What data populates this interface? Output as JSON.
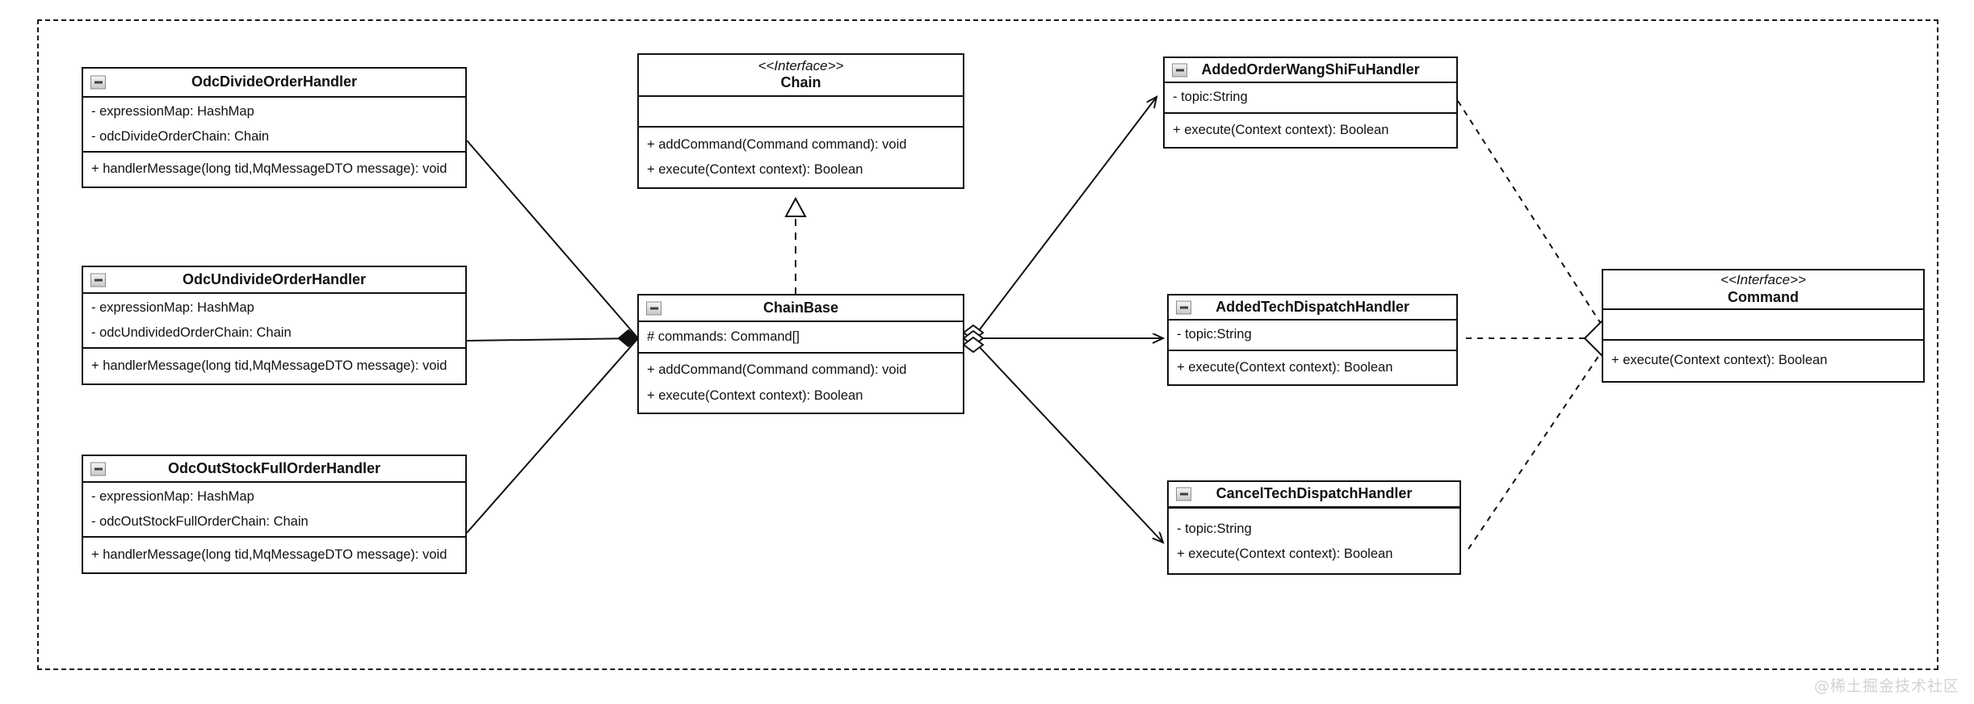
{
  "diagram": {
    "title": "Chain of Responsibility / Command UML class diagram",
    "watermark": "@稀土掘金技术社区",
    "frame_style": "dashed",
    "colors": {
      "stroke": "#111111",
      "background": "#ffffff",
      "watermark": "#d2d2d2",
      "icon_border": "#8a8a8a"
    }
  },
  "classes": [
    {
      "id": "odc-divide-order-handler",
      "name": "OdcDivideOrderHandler",
      "stereotype": "",
      "collapse_icon": "minus-icon",
      "attributes": [
        "- expressionMap: HashMap",
        "- odcDivideOrderChain: Chain"
      ],
      "operations": [
        "+ handlerMessage(long tid,MqMessageDTO  message): void"
      ]
    },
    {
      "id": "odc-undivide-order-handler",
      "name": "OdcUndivideOrderHandler",
      "stereotype": "",
      "collapse_icon": "minus-icon",
      "attributes": [
        "- expressionMap: HashMap",
        "- odcUndividedOrderChain: Chain"
      ],
      "operations": [
        "+ handlerMessage(long tid,MqMessageDTO  message): void"
      ]
    },
    {
      "id": "odc-out-stock-full-order-handler",
      "name": "OdcOutStockFullOrderHandler",
      "stereotype": "",
      "collapse_icon": "minus-icon",
      "attributes": [
        "- expressionMap: HashMap",
        "- odcOutStockFullOrderChain: Chain"
      ],
      "operations": [
        "+ handlerMessage(long tid,MqMessageDTO  message): void"
      ]
    },
    {
      "id": "chain",
      "name": "Chain",
      "stereotype": "<<Interface>>",
      "collapse_icon": "",
      "attributes": [],
      "operations": [
        "+ addCommand(Command command): void",
        "+ execute(Context context): Boolean"
      ]
    },
    {
      "id": "chain-base",
      "name": "ChainBase",
      "stereotype": "",
      "collapse_icon": "minus-icon",
      "attributes": [
        "# commands: Command[]"
      ],
      "operations": [
        "+ addCommand(Command command): void",
        "+ execute(Context context): Boolean"
      ]
    },
    {
      "id": "added-order-wang-shi-fu-handler",
      "name": "AddedOrderWangShiFuHandler",
      "stereotype": "",
      "collapse_icon": "minus-icon",
      "attributes": [
        "- topic:String"
      ],
      "operations": [
        "+ execute(Context context): Boolean"
      ]
    },
    {
      "id": "added-tech-dispatch-handler",
      "name": "AddedTechDispatchHandler",
      "stereotype": "",
      "collapse_icon": "minus-icon",
      "attributes": [
        "- topic:String"
      ],
      "operations": [
        "+ execute(Context context): Boolean"
      ]
    },
    {
      "id": "cancel-tech-dispatch-handler",
      "name": "CancelTechDispatchHandler",
      "stereotype": "",
      "collapse_icon": "minus-icon",
      "merged_body": [
        "- topic:String",
        "+ execute(Context context): Boolean"
      ]
    },
    {
      "id": "command",
      "name": "Command",
      "stereotype": "<<Interface>>",
      "collapse_icon": "",
      "attributes": [],
      "operations": [
        "+ execute(Context context): Boolean"
      ]
    }
  ],
  "relationships": [
    {
      "id": "rel-1",
      "from": "odc-divide-order-handler",
      "to": "chain-base",
      "type": "composition",
      "end_marker": "filled-diamond"
    },
    {
      "id": "rel-2",
      "from": "odc-undivide-order-handler",
      "to": "chain-base",
      "type": "composition",
      "end_marker": "filled-diamond"
    },
    {
      "id": "rel-3",
      "from": "odc-out-stock-full-order-handler",
      "to": "chain-base",
      "type": "composition",
      "end_marker": "filled-diamond"
    },
    {
      "id": "rel-4",
      "from": "chain-base",
      "to": "chain",
      "type": "realization",
      "line": "dashed",
      "end_marker": "hollow-triangle"
    },
    {
      "id": "rel-5",
      "from": "chain-base",
      "to": "added-order-wang-shi-fu-handler",
      "type": "aggregation",
      "start_marker": "hollow-diamond",
      "end_marker": "open-arrow"
    },
    {
      "id": "rel-6",
      "from": "chain-base",
      "to": "added-tech-dispatch-handler",
      "type": "aggregation",
      "start_marker": "hollow-diamond",
      "end_marker": "open-arrow"
    },
    {
      "id": "rel-7",
      "from": "chain-base",
      "to": "cancel-tech-dispatch-handler",
      "type": "aggregation",
      "start_marker": "hollow-diamond",
      "end_marker": "open-arrow"
    },
    {
      "id": "rel-8",
      "from": "added-order-wang-shi-fu-handler",
      "to": "command",
      "type": "realization",
      "line": "dashed",
      "end_marker": "hollow-triangle"
    },
    {
      "id": "rel-9",
      "from": "added-tech-dispatch-handler",
      "to": "command",
      "type": "realization",
      "line": "dashed",
      "end_marker": "hollow-triangle"
    },
    {
      "id": "rel-10",
      "from": "cancel-tech-dispatch-handler",
      "to": "command",
      "type": "realization",
      "line": "dashed",
      "end_marker": "hollow-triangle"
    }
  ]
}
